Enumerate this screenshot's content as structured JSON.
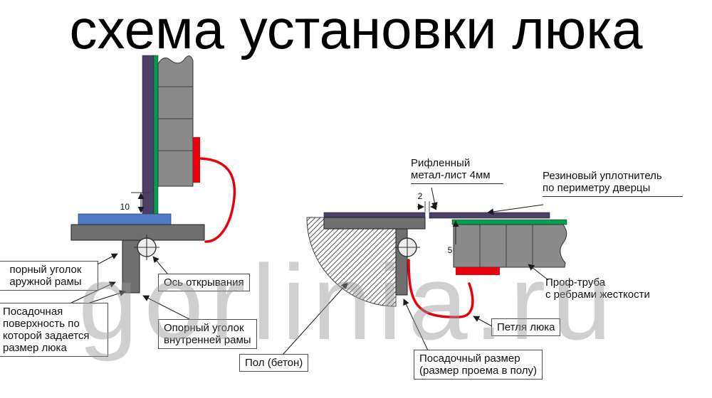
{
  "title": "схема установки люка",
  "watermark": "gorlinia.ru",
  "colors": {
    "purple": "#4b3f68",
    "green": "#009e4f",
    "gray_metal": "#8a8a8a",
    "gray_dark": "#6f6f6f",
    "red": "#e8000d",
    "blue": "#4d7bc4"
  },
  "left": {
    "outer_angle": "порный уголок\nаружной рамы",
    "seat_surface": "Посадочная\nповерхность по\nкоторой задается\nразмер люка",
    "axis": "Ось открывания",
    "inner_angle": "Опорный уголок\nвнутренней рамы",
    "dim_10": "10"
  },
  "right": {
    "sheet": "Рифленный\nметал-лист 4мм",
    "seal": "Резиновый уплотнитель\nпо периметру дверцы",
    "pipe": "Проф-труба\nс ребрами жесткости",
    "hinge": "Петля люка",
    "floor": "Пол (бетон)",
    "seat_size": "Посадочный размер\n(размер проема в полу)",
    "dim_2": "2",
    "dim_5": "5"
  }
}
